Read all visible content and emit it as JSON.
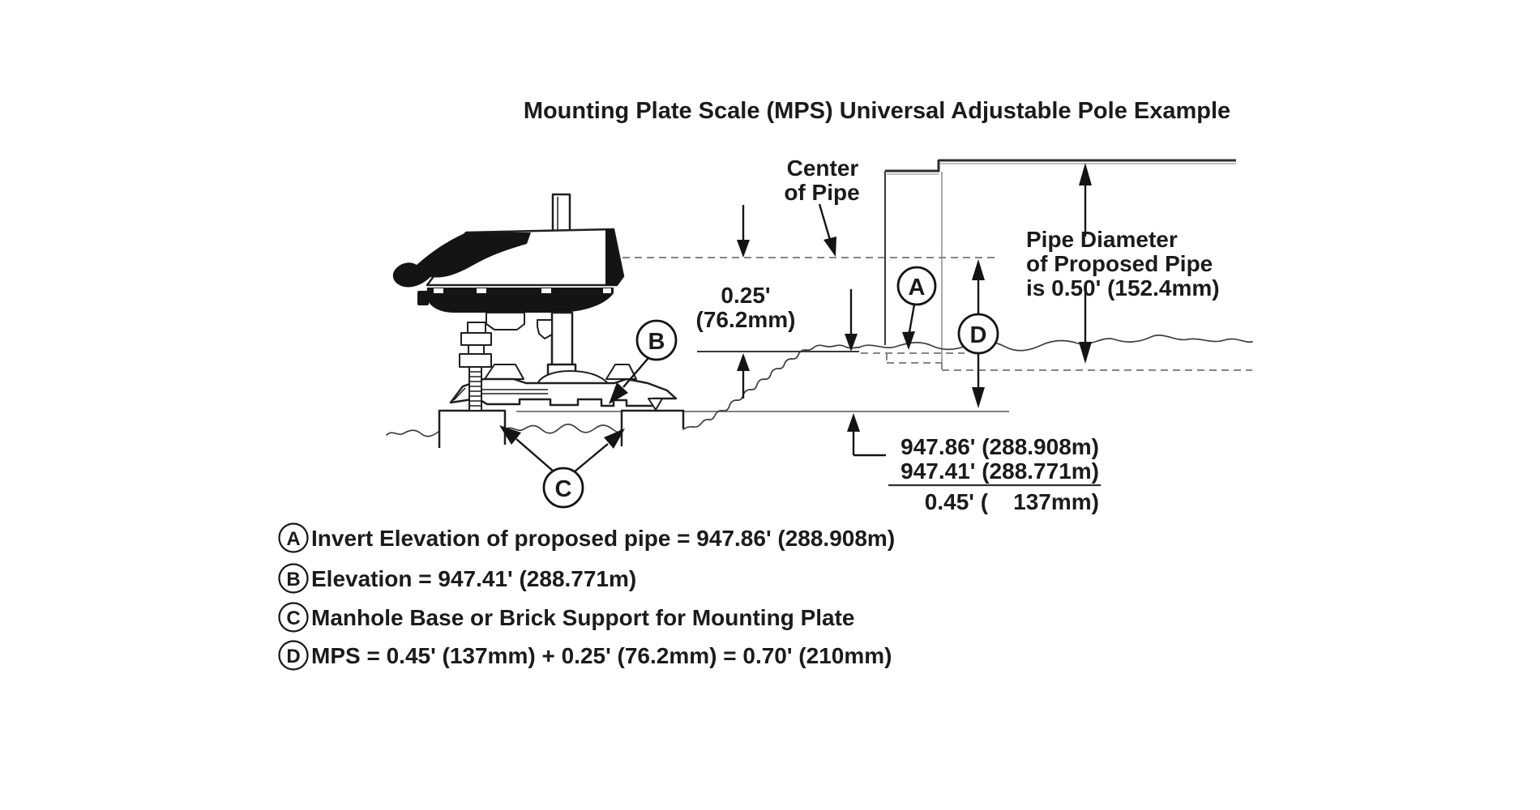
{
  "colors": {
    "background": "#ffffff",
    "ink": "#1b1b1b",
    "line_gray": "#858585"
  },
  "title": "Mounting Plate Scale (MPS) Universal Adjustable Pole Example",
  "annotations": {
    "center_of_pipe": {
      "line1": "Center",
      "line2": "of Pipe"
    },
    "radius_dim": {
      "line1": "0.25'",
      "line2": "(76.2mm)"
    },
    "pipe_diameter": {
      "line1": "Pipe Diameter",
      "line2": "of Proposed Pipe",
      "line3": "is 0.50' (152.4mm)"
    },
    "elevation_calc": {
      "minuend": "947.86' (288.908m)",
      "subtrahend": "947.41' (288.771m)",
      "difference": "0.45' (    137mm)"
    },
    "callouts": {
      "a": "A",
      "b": "B",
      "c": "C",
      "d": "D"
    }
  },
  "legend": {
    "items": [
      {
        "label": "A",
        "text": "Invert Elevation of proposed pipe = 947.86' (288.908m)"
      },
      {
        "label": "B",
        "text": "Elevation = 947.41' (288.771m)"
      },
      {
        "label": "C",
        "text": "Manhole Base or Brick Support for Mounting Plate"
      },
      {
        "label": "D",
        "text": "MPS = 0.45' (137mm) + 0.25' (76.2mm) = 0.70' (210mm)"
      }
    ]
  }
}
